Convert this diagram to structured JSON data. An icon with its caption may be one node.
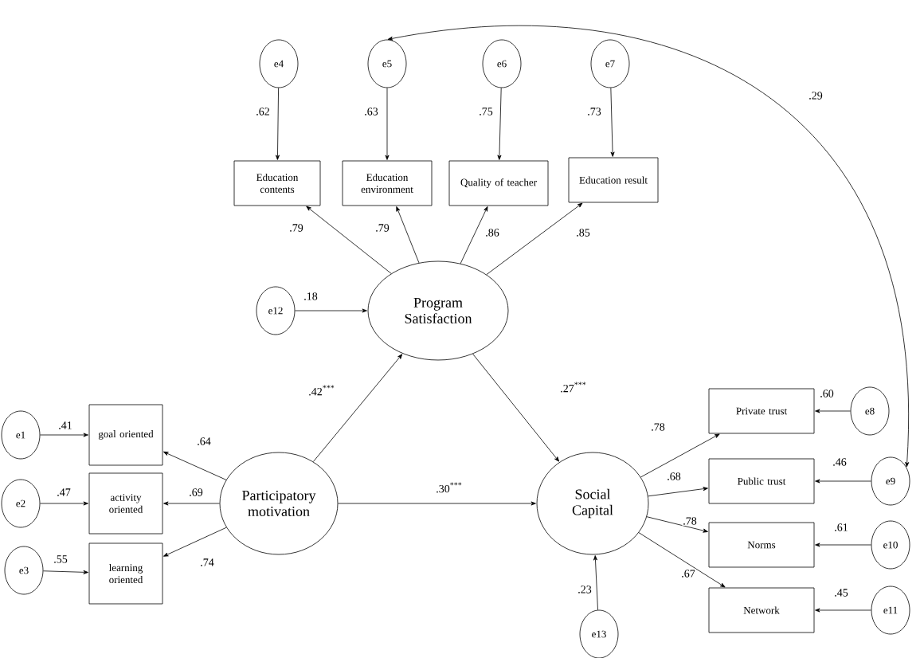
{
  "diagram": {
    "nodes": [
      {
        "text": [
          "e4"
        ]
      },
      {
        "text": [
          "e5"
        ]
      },
      {
        "text": [
          "e6"
        ]
      },
      {
        "text": [
          "e7"
        ]
      },
      {
        "text": [
          "Education contents"
        ]
      },
      {
        "text": [
          "Education environment"
        ]
      },
      {
        "text": [
          "Quality of teacher"
        ]
      },
      {
        "text": [
          "Education result"
        ]
      },
      {
        "text": [
          "e12"
        ]
      },
      {
        "text": [
          "Program Satisfaction"
        ]
      },
      {
        "text": [
          "e1"
        ]
      },
      {
        "text": [
          "e2"
        ]
      },
      {
        "text": [
          "e3"
        ]
      },
      {
        "text": [
          "goal oriented"
        ]
      },
      {
        "text": [
          "activity oriented"
        ]
      },
      {
        "text": [
          "learning oriented"
        ]
      },
      {
        "text": [
          "Participatory motivation"
        ]
      },
      {
        "text": [
          "Social Capital"
        ]
      },
      {
        "text": [
          "Private trust"
        ]
      },
      {
        "text": [
          "Public trust"
        ]
      },
      {
        "text": [
          "Norms"
        ]
      },
      {
        "text": [
          "Network"
        ]
      },
      {
        "text": [
          "e8"
        ]
      },
      {
        "text": [
          "e9"
        ]
      },
      {
        "text": [
          "e10"
        ]
      },
      {
        "text": [
          "e11"
        ]
      },
      {
        "text": [
          "e13"
        ]
      }
    ],
    "edges": [
      {
        "from": 0,
        "to": 4,
        "arrow": "to",
        "label": ".62"
      },
      {
        "from": 1,
        "to": 5,
        "arrow": "to",
        "label": ".63"
      },
      {
        "from": 2,
        "to": 6,
        "arrow": "to",
        "label": ".75"
      },
      {
        "from": 3,
        "to": 7,
        "arrow": "to",
        "label": ".73"
      },
      {
        "from": 9,
        "to": 4,
        "arrow": "to",
        "label": ".79"
      },
      {
        "from": 9,
        "to": 5,
        "arrow": "to",
        "label": ".79"
      },
      {
        "from": 9,
        "to": 6,
        "arrow": "to",
        "label": ".86"
      },
      {
        "from": 9,
        "to": 7,
        "arrow": "to",
        "label": ".85"
      },
      {
        "from": 8,
        "to": 9,
        "arrow": "to",
        "label": ".18"
      },
      {
        "from": 16,
        "to": 9,
        "arrow": "to",
        "label": ".42$^{***}$"
      },
      {
        "from": 16,
        "to": 13,
        "arrow": "to",
        "label": ".64"
      },
      {
        "from": 16,
        "to": 14,
        "arrow": "to",
        "label": ".69"
      },
      {
        "from": 16,
        "to": 15,
        "arrow": "to",
        "label": ".74"
      },
      {
        "from": 10,
        "to": 13,
        "arrow": "to",
        "label": ".41"
      },
      {
        "from": 11,
        "to": 14,
        "arrow": "to",
        "label": ".47"
      },
      {
        "from": 12,
        "to": 15,
        "arrow": "to",
        "label": ".55"
      },
      {
        "from": 16,
        "to": 17,
        "arrow": "to",
        "label": ".30$^{***}$"
      },
      {
        "from": 9,
        "to": 17,
        "arrow": "to",
        "label": ".27$^{***}$"
      },
      {
        "from": 17,
        "to": 18,
        "arrow": "to",
        "label": ".78"
      },
      {
        "from": 17,
        "to": 19,
        "arrow": "to",
        "label": ".68"
      },
      {
        "from": 17,
        "to": 20,
        "arrow": "to",
        "label": ".78"
      },
      {
        "from": 17,
        "to": 21,
        "arrow": "to",
        "label": ".67"
      },
      {
        "from": 22,
        "to": 18,
        "arrow": "to",
        "label": ".60"
      },
      {
        "from": 23,
        "to": 19,
        "arrow": "to",
        "label": ".46"
      },
      {
        "from": 24,
        "to": 20,
        "arrow": "to",
        "label": ".61"
      },
      {
        "from": 25,
        "to": 21,
        "arrow": "to",
        "label": ".45"
      },
      {
        "from": 26,
        "to": 17,
        "arrow": "to",
        "label": ".23"
      },
      {
        "from": 23,
        "to": 1,
        "arrow": "both",
        "label": ".29"
      }
    ]
  }
}
